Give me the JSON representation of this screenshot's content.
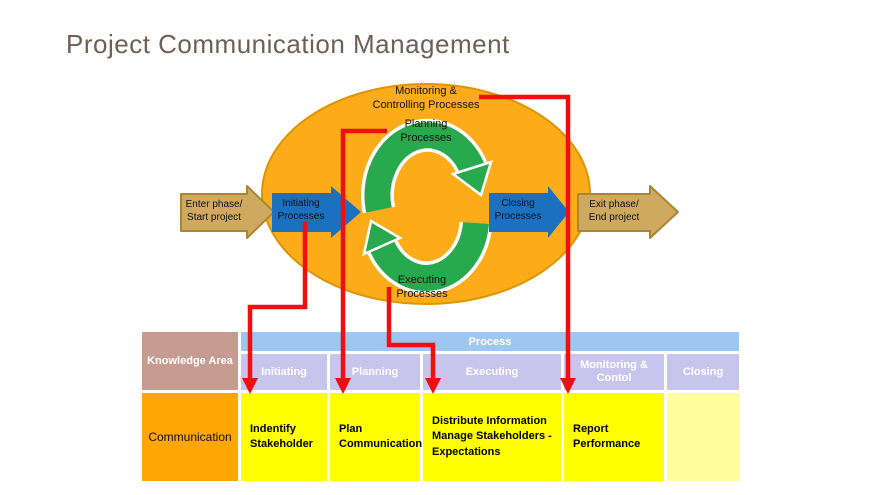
{
  "title": "Project Communication Management",
  "diagram": {
    "monitoring_label": "Monitoring &\nControlling Processes",
    "planning_label": "Planning\nProcesses",
    "executing_label": "Executing\nProcesses",
    "initiating_label": "Initiating\nProcesses",
    "closing_label": "Closing\nProcesses",
    "enter_label": "Enter phase/\nStart project",
    "exit_label": "Exit phase/\nEnd project",
    "colors": {
      "ellipse_orange": "#fbac18",
      "cycle_green": "#29a94d",
      "process_blue": "#1b70c0",
      "phase_tan": "#cfa95f",
      "connector_red": "#f10e0e"
    }
  },
  "table": {
    "knowledge_area_header": "Knowledge Area",
    "process_header": "Process",
    "columns": [
      "Initiating",
      "Planning",
      "Executing",
      "Monitoring &\nContol",
      "Closing"
    ],
    "row": {
      "knowledge_area": "Communication",
      "initiating": "Indentify\nStakeholder",
      "planning": "Plan\nCommunication",
      "executing": "Distribute Information\nManage Stakeholders -\nExpectations",
      "monitoring": "Report\nPerformance",
      "closing": ""
    }
  }
}
